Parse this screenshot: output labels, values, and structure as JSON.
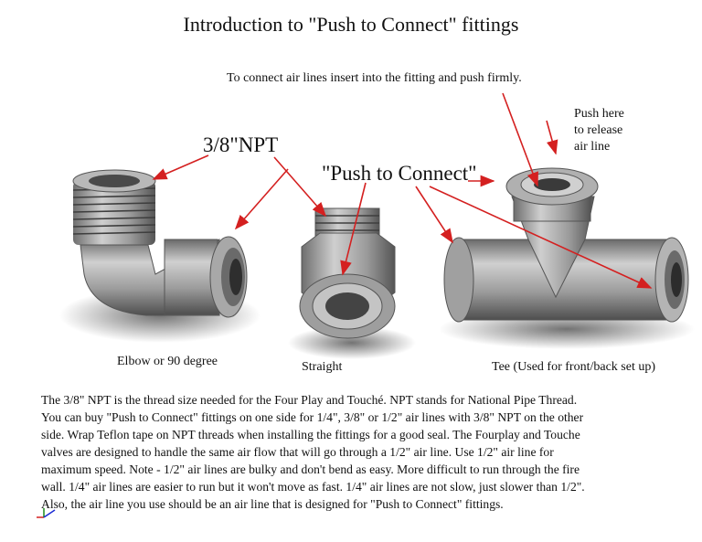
{
  "title": "Introduction to \"Push to Connect\" fittings",
  "instruction": "To connect air lines insert into the fitting and push firmly.",
  "release_note": [
    "Push here",
    "to release",
    "air line"
  ],
  "callouts": {
    "npt": "3/8\"NPT",
    "push_to_connect": "\"Push to Connect\""
  },
  "fittings": {
    "elbow": "Elbow or 90 degree",
    "straight": "Straight",
    "tee": "Tee  (Used for front/back set up)"
  },
  "description": [
    "The 3/8\" NPT is the thread size needed for the Four Play and Touché. NPT stands for National Pipe Thread.",
    "You can buy \"Push to Connect\" fittings on one side for 1/4\", 3/8\" or 1/2\"  air lines with 3/8\" NPT on the other",
    "side. Wrap Teflon tape on NPT threads when installing the fittings for a good seal. The Fourplay and Touche",
    "valves are designed to handle the same air flow that will go through a 1/2\" air line. Use 1/2\" air line for",
    "maximum speed. Note - 1/2\" air lines are bulky and don't bend as easy. More difficult to run through the fire",
    "wall. 1/4\" air lines are easier to run but it won't move as fast. 1/4\" air lines are not slow, just slower than 1/2\".",
    "Also, the air line you use should be an air line that is designed for \"Push to Connect\" fittings."
  ],
  "colors": {
    "arrow": "#d42020",
    "metal_light": "#c4c4c4",
    "metal_dark": "#5a5a5a"
  }
}
